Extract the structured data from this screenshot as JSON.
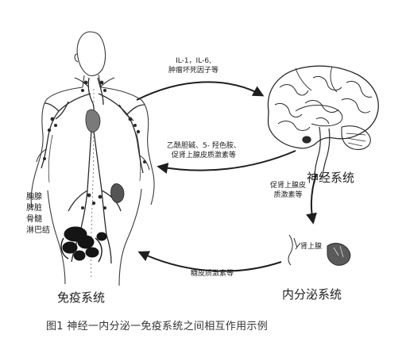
{
  "figure": {
    "caption": "图1   神经一内分泌一免疫系统之间相互作用示例"
  },
  "systems": {
    "immune": "免疫系统",
    "nervous": "神经系统",
    "endocrine": "内分泌系统"
  },
  "immune_organs": [
    "胸腺",
    "脾脏",
    "骨髓",
    "淋巴结"
  ],
  "arrows": {
    "immune_to_nervous": [
      "IL-1，IL-6,",
      "肿瘤坏死因子等"
    ],
    "nervous_to_immune": [
      "乙酰胆碱、5- 羟色胺、",
      "促肾上腺皮质激素等"
    ],
    "nervous_to_endocrine": [
      "促肾上腺皮",
      "质激素等"
    ],
    "endocrine_to_immune": "糖皮质激素等"
  },
  "endocrine_label": "肾上腺",
  "colors": {
    "ink": "#1e1e1e",
    "line": "#2a2a2a"
  }
}
